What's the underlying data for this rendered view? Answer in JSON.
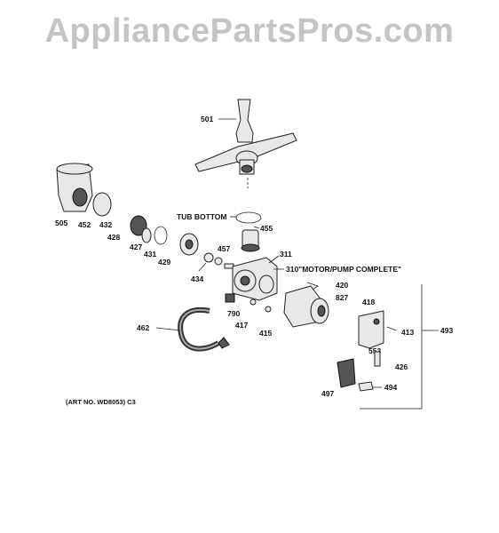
{
  "watermark": "AppliancePartsPros.com",
  "art_number": "(ART NO. WD8053) C3",
  "labels": {
    "p501": "501",
    "tub_bottom": "TUB BOTTOM",
    "p455": "455",
    "p505": "505",
    "p452": "452",
    "p432": "432",
    "p428": "428",
    "p427": "427",
    "p431": "431",
    "p429": "429",
    "p457": "457",
    "p311": "311",
    "p310": "310\"MOTOR/PUMP COMPLETE\"",
    "p434": "434",
    "p420": "420",
    "p827": "827",
    "p790": "790",
    "p417": "417",
    "p415": "415",
    "p462": "462",
    "p418": "418",
    "p413": "413",
    "p553": "553",
    "p426": "426",
    "p493": "493",
    "p497": "497",
    "p494": "494"
  }
}
